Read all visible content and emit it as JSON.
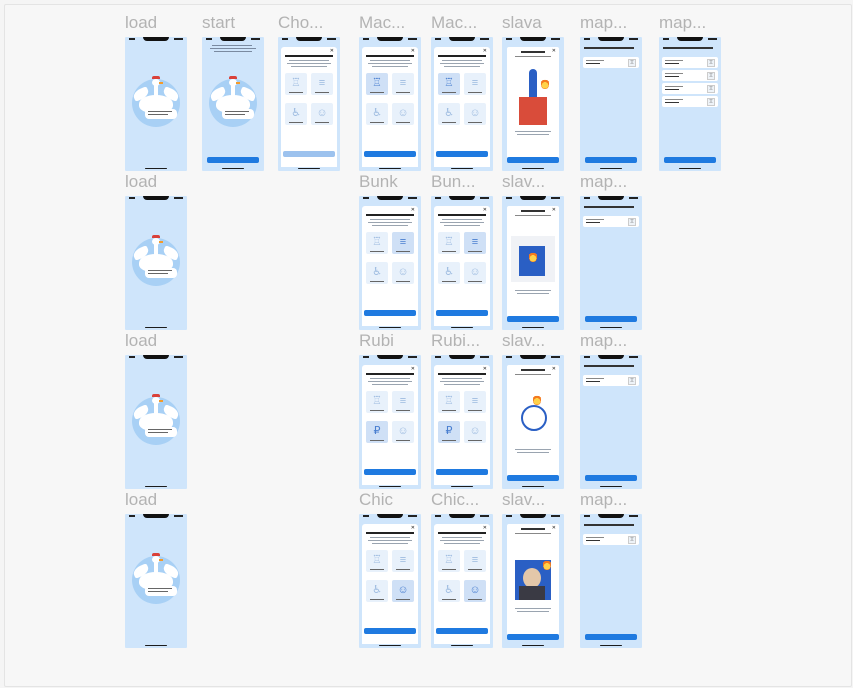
{
  "frames": [
    {
      "id": "load-1",
      "label": "load",
      "kind": "load",
      "col": 0,
      "row": 0
    },
    {
      "id": "start-1",
      "label": "start",
      "kind": "start",
      "col": 1,
      "row": 0
    },
    {
      "id": "cho-1",
      "label": "Cho...",
      "kind": "choice-disabled",
      "col": 2,
      "row": 0
    },
    {
      "id": "mac-1",
      "label": "Mac...",
      "kind": "choice-mac",
      "col": 3,
      "row": 0
    },
    {
      "id": "mac-2",
      "label": "Mac...",
      "kind": "choice-mac",
      "col": 4,
      "row": 0
    },
    {
      "id": "slava-1",
      "label": "slava",
      "kind": "slava-tower",
      "col": 5,
      "row": 0
    },
    {
      "id": "map-1",
      "label": "map...",
      "kind": "map-1",
      "col": 6,
      "row": 0
    },
    {
      "id": "map-2",
      "label": "map...",
      "kind": "map-4",
      "col": 7,
      "row": 0
    },
    {
      "id": "load-2",
      "label": "load",
      "kind": "load",
      "col": 0,
      "row": 1
    },
    {
      "id": "bunk-1",
      "label": "Bunk",
      "kind": "choice-bunk",
      "col": 3,
      "row": 1
    },
    {
      "id": "bunk-2",
      "label": "Bun...",
      "kind": "choice-bunk",
      "col": 4,
      "row": 1
    },
    {
      "id": "slava-2",
      "label": "slav...",
      "kind": "slava-bunk",
      "col": 5,
      "row": 1
    },
    {
      "id": "map-3",
      "label": "map...",
      "kind": "map-1",
      "col": 6,
      "row": 1
    },
    {
      "id": "load-3",
      "label": "load",
      "kind": "load",
      "col": 0,
      "row": 2
    },
    {
      "id": "rubi-1",
      "label": "Rubi",
      "kind": "choice-rubi",
      "col": 3,
      "row": 2
    },
    {
      "id": "rubi-2",
      "label": "Rubi...",
      "kind": "choice-rubi",
      "col": 4,
      "row": 2
    },
    {
      "id": "slava-3",
      "label": "slav...",
      "kind": "slava-rubi",
      "col": 5,
      "row": 2
    },
    {
      "id": "map-4",
      "label": "map...",
      "kind": "map-1",
      "col": 6,
      "row": 2
    },
    {
      "id": "load-4",
      "label": "load",
      "kind": "load",
      "col": 0,
      "row": 3
    },
    {
      "id": "chic-1",
      "label": "Chic",
      "kind": "choice-chic",
      "col": 3,
      "row": 3
    },
    {
      "id": "chic-2",
      "label": "Chic...",
      "kind": "choice-chic",
      "col": 4,
      "row": 3
    },
    {
      "id": "slava-4",
      "label": "slav...",
      "kind": "slava-chic",
      "col": 5,
      "row": 3
    },
    {
      "id": "map-5",
      "label": "map...",
      "kind": "map-1",
      "col": 6,
      "row": 3
    }
  ],
  "colors": {
    "frame_bg": "#cfe5fb",
    "primary_button": "#1f7ae0",
    "disabled_button": "#9cc2ee",
    "label": "#b3b3b3"
  }
}
